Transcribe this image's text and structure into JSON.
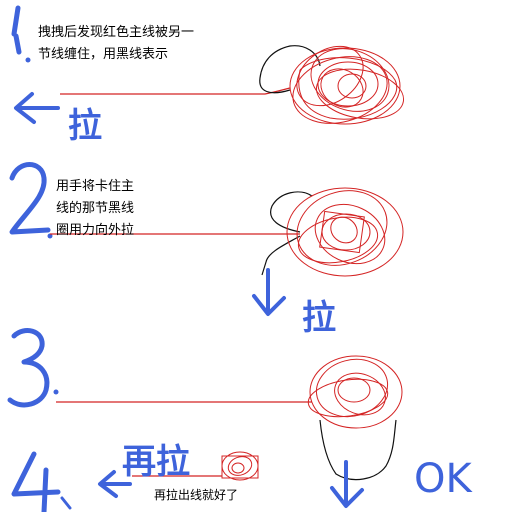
{
  "colors": {
    "background": "#ffffff",
    "ink_blue": "#3e63db",
    "thread_red": "#d42424",
    "thread_black": "#111111"
  },
  "steps": [
    {
      "number": "1.",
      "caption": "拽拽后发现红色主线被另一\n节线缠住，用黑线表示",
      "action": "拉",
      "arrow": "left-arrow"
    },
    {
      "number": "2.",
      "caption": "用手将卡住主\n线的那节黑线\n圈用力向外拉",
      "action": "拉",
      "arrow": "down-arrow"
    },
    {
      "number": "3.",
      "caption": "",
      "action": "",
      "arrow": ""
    },
    {
      "number": "4.",
      "caption": "再拉出线就好了",
      "action": "再拉",
      "arrow": "left-arrow"
    }
  ],
  "ok_label": "OK"
}
